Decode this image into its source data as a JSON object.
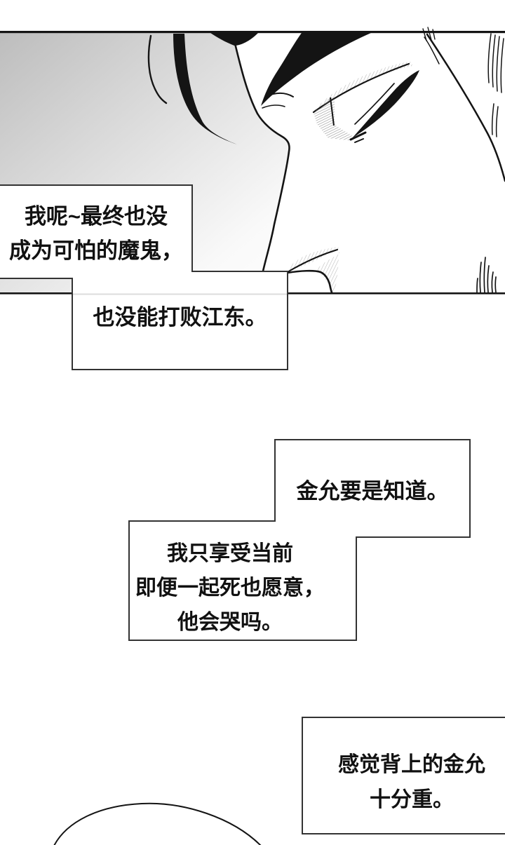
{
  "page": {
    "kind": "comic-page"
  },
  "colors": {
    "ink": "#141414",
    "box_border": "#333333",
    "box_fill": "#ffffff",
    "text": "#111111",
    "gradient_start": "#bdbdbd",
    "gradient_end": "#ffffff",
    "faint_line": "#dcdcdc",
    "background": "#ffffff"
  },
  "speech_boxes": [
    {
      "id": "box-1",
      "lines": [
        "我呢~最终也没",
        "成为可怕的魔鬼，"
      ]
    },
    {
      "id": "box-2",
      "lines": [
        "也没能打败江东。"
      ]
    },
    {
      "id": "box-3",
      "lines": [
        "金允要是知道。"
      ]
    },
    {
      "id": "box-4",
      "lines": [
        "我只享受当前",
        "即便一起死也愿意，",
        "他会哭吗。"
      ]
    },
    {
      "id": "box-5",
      "lines": [
        "感觉背上的金允",
        "十分重。"
      ]
    }
  ]
}
